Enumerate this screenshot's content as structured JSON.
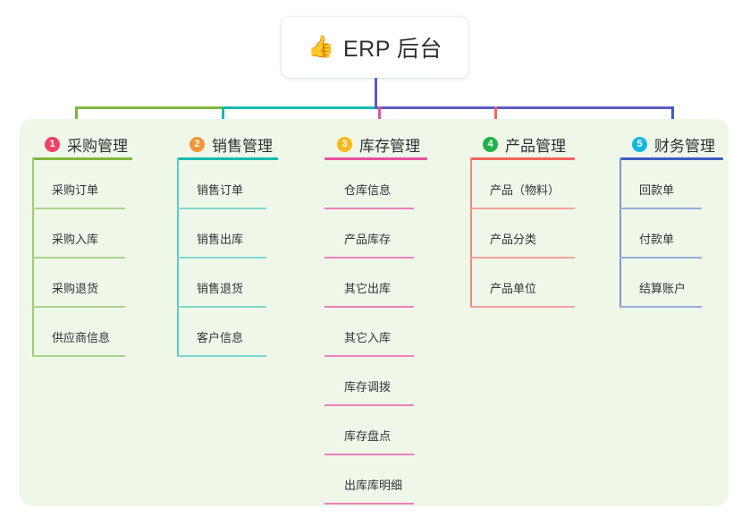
{
  "root": {
    "icon": "thumbs-up-icon",
    "emoji": "👍",
    "title": "ERP 后台"
  },
  "palette": {
    "panel_background": "#eef7e8",
    "page_background": "#ffffff",
    "text": "#2f3033",
    "trunk_purple": "#5b5bc0",
    "branch_green": "#7fb83f",
    "branch_teal": "#14bcae",
    "branch_pink": "#e7529f",
    "branch_red": "#f2655c",
    "branch_blue": "#3c5fc0"
  },
  "columns": [
    {
      "number": "1",
      "title": "采购管理",
      "badge_color": "#f0416a",
      "rule_color": "#7fb83f",
      "line_color": "#9ecb72",
      "leaf_rule_color": "#a9d487",
      "items": [
        {
          "label": "采购订单"
        },
        {
          "label": "采购入库"
        },
        {
          "label": "采购退货"
        },
        {
          "label": "供应商信息"
        }
      ]
    },
    {
      "number": "2",
      "title": "销售管理",
      "badge_color": "#f5953a",
      "rule_color": "#14bcae",
      "line_color": "#5bcdc4",
      "leaf_rule_color": "#7ed8d0",
      "items": [
        {
          "label": "销售订单"
        },
        {
          "label": "销售出库"
        },
        {
          "label": "销售退货"
        },
        {
          "label": "客户信息"
        }
      ]
    },
    {
      "number": "3",
      "title": "库存管理",
      "badge_color": "#f5b91a",
      "rule_color": "#e7529f",
      "line_color": "#e munged",
      "leaf_rule_color": "#ef7fba",
      "items": [
        {
          "label": "仓库信息"
        },
        {
          "label": "产品库存"
        },
        {
          "label": "其它出库"
        },
        {
          "label": "其它入库"
        },
        {
          "label": "库存调拨"
        },
        {
          "label": "库存盘点"
        },
        {
          "label": "出库库明细"
        }
      ]
    },
    {
      "number": "4",
      "title": "产品管理",
      "badge_color": "#22b14c",
      "rule_color": "#f2655c",
      "line_color": "#f4847c",
      "leaf_rule_color": "#f7a09a",
      "items": [
        {
          "label": "产品（物料）"
        },
        {
          "label": "产品分类"
        },
        {
          "label": "产品单位"
        }
      ]
    },
    {
      "number": "5",
      "title": "财务管理",
      "badge_color": "#17b8e0",
      "rule_color": "#3c5fc0",
      "line_color": "#7f95d6",
      "leaf_rule_color": "#9aabdf",
      "items": [
        {
          "label": "回款单"
        },
        {
          "label": "付款单"
        },
        {
          "label": "结算账户"
        }
      ]
    }
  ]
}
